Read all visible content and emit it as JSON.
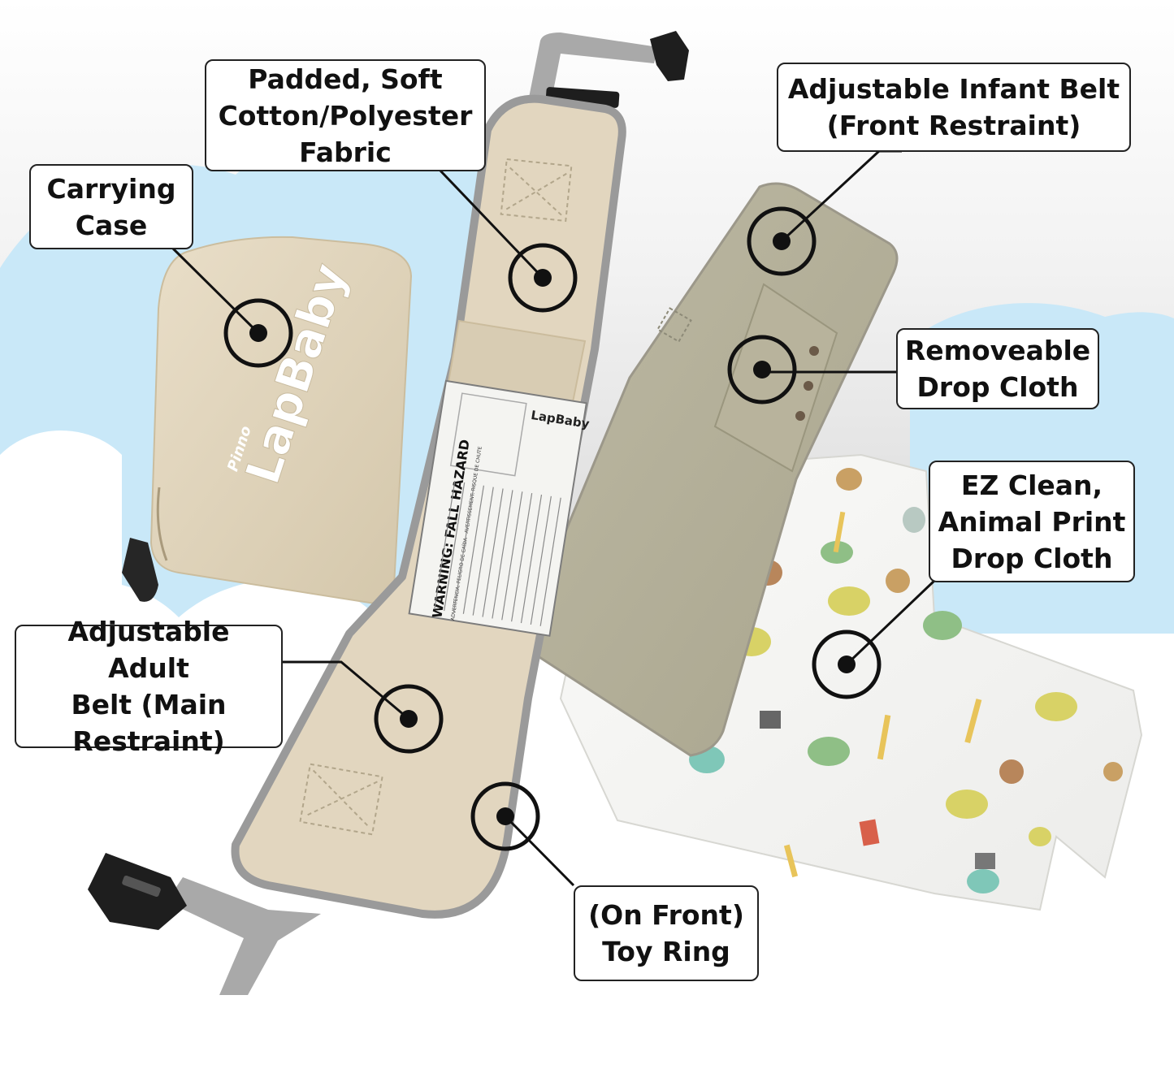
{
  "callouts": {
    "padded_fabric": "Padded, Soft\nCotton/Polyester\nFabric",
    "carrying_case": "Carrying\nCase",
    "infant_belt": "Adjustable Infant Belt\n(Front Restraint)",
    "drop_cloth_removeable": "Removeable\nDrop Cloth",
    "drop_cloth_print": "EZ Clean,\nAnimal Print\nDrop Cloth",
    "adult_belt": "Adjustable Adult\nBelt (Main\nRestraint)",
    "toy_ring": "(On Front)\nToy Ring"
  },
  "case_logo": {
    "brand_small": "Pinno",
    "brand": "LapBaby"
  },
  "label": {
    "logo": "LapBaby",
    "warning": "WARNING: FALL HAZARD",
    "subtitle": "ADVERTENCIA: PELIGRO DE CAÍDA · AVERTISSEMENT: RISQUE DE CHUTE"
  },
  "colors": {
    "sky": "#c9e8f8",
    "cloud": "#ffffff",
    "canvas": "#e2d6bf",
    "canvas_shadow": "#c9bca2",
    "trim": "#9a9a9a",
    "infant_belt": "#b4b09a",
    "strap": "#a9a9a9",
    "buckle": "#1e1e1e",
    "marker": "#111111",
    "print_bg": "#f6f6f4"
  }
}
